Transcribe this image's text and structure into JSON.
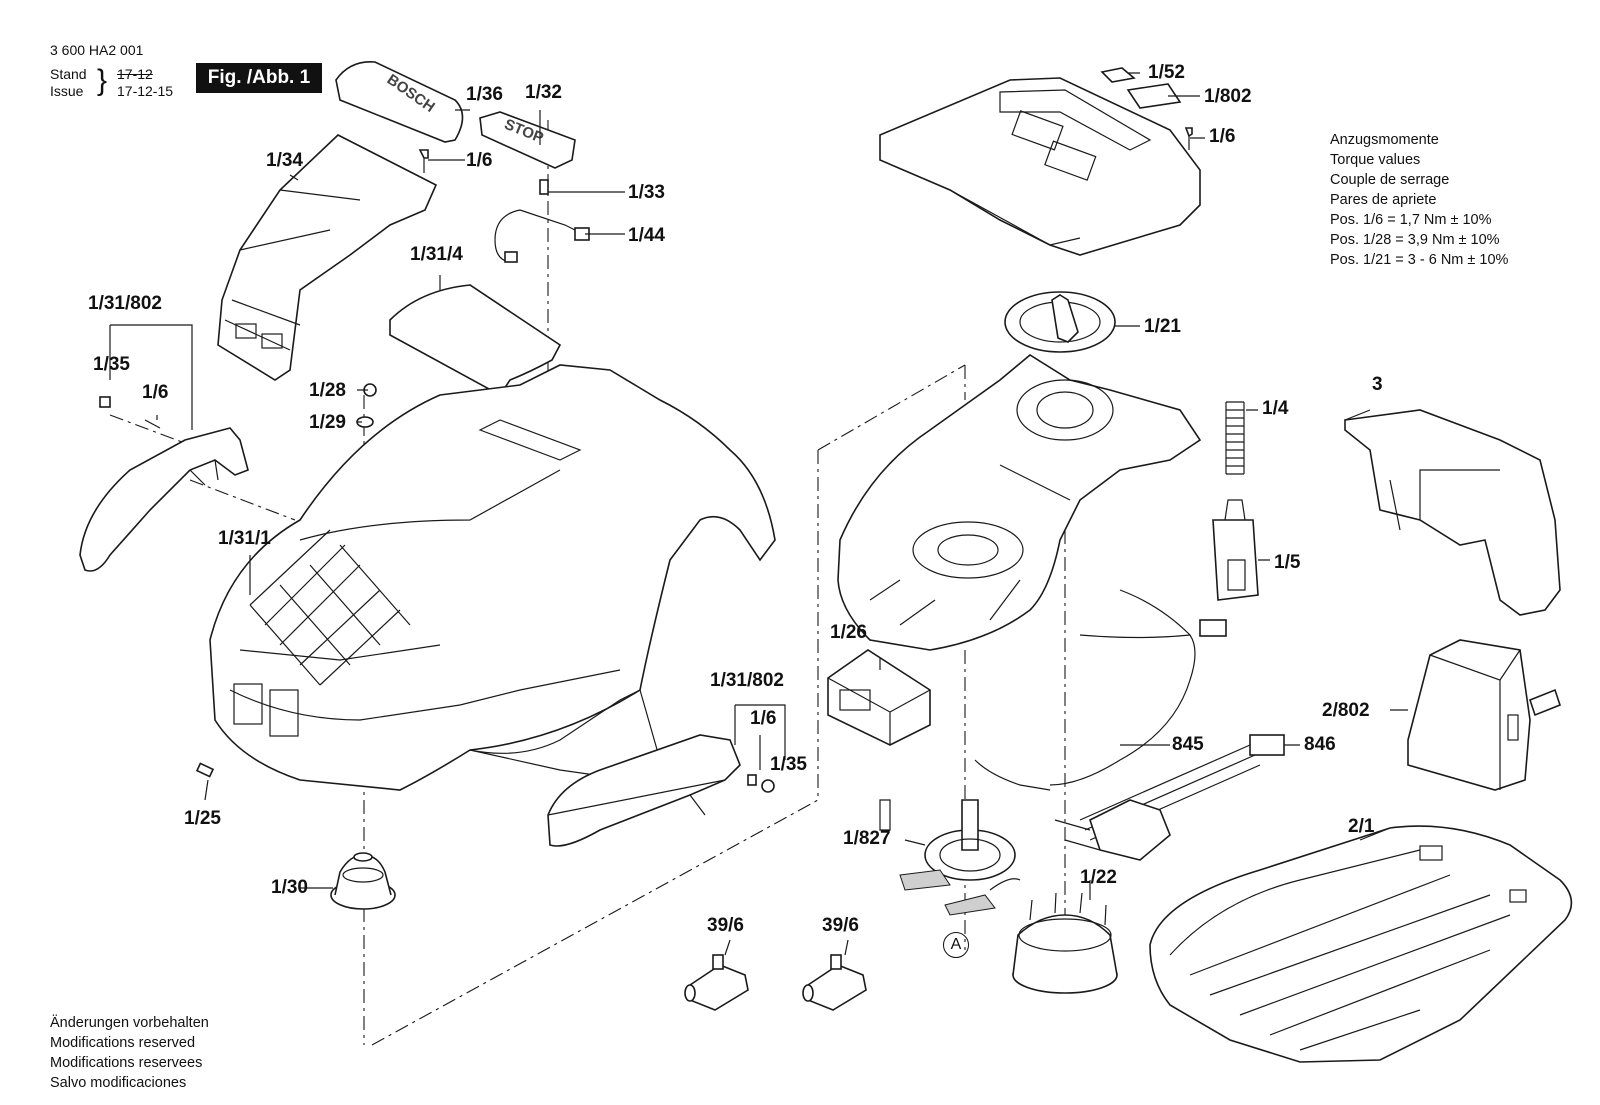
{
  "header": {
    "doc_number": "3 600 HA2 001",
    "stand_label": "Stand",
    "issue_label": "Issue",
    "old_date": "17-12",
    "new_date": "17-12-15",
    "figure_label": "Fig. /Abb. 1"
  },
  "torque": {
    "lines": [
      "Anzugsmomente",
      "Torque values",
      "Couple de serrage",
      "Pares de apriete",
      "Pos. 1/6   = 1,7 Nm  ± 10%",
      "Pos. 1/28 = 3,9 Nm  ± 10%",
      "Pos. 1/21 = 3 - 6 Nm  ± 10%"
    ]
  },
  "modifications": {
    "lines": [
      "Änderungen vorbehalten",
      "Modifications reserved",
      "Modifications reservees",
      "Salvo modificaciones"
    ]
  },
  "part_labels": {
    "p1_36": "1/36",
    "p1_32": "1/32",
    "p1_6_top": "1/6",
    "p1_33": "1/33",
    "p1_44": "1/44",
    "p1_34": "1/34",
    "p1_31_4": "1/31/4",
    "p1_31_802_left": "1/31/802",
    "p1_35_left": "1/35",
    "p1_6_left": "1/6",
    "p1_28": "1/28",
    "p1_29": "1/29",
    "p1_31_1": "1/31/1",
    "p1_25": "1/25",
    "p1_30": "1/30",
    "p1_31_802_right": "1/31/802",
    "p1_6_mid": "1/6",
    "p1_35_right": "1/35",
    "p1_26": "1/26",
    "p1_52": "1/52",
    "p1_802": "1/802",
    "p1_6_right": "1/6",
    "p1_21": "1/21",
    "p1_4": "1/4",
    "p1_5": "1/5",
    "p3": "3",
    "p2_802": "2/802",
    "p845": "845",
    "p846": "846",
    "p1_827": "1/827",
    "p1_22": "1/22",
    "p2_1": "2/1",
    "p39_6_a": "39/6",
    "p39_6_b": "39/6",
    "detail_a": "A"
  },
  "logos": {
    "bosch": "BOSCH",
    "stop": "STOP"
  }
}
